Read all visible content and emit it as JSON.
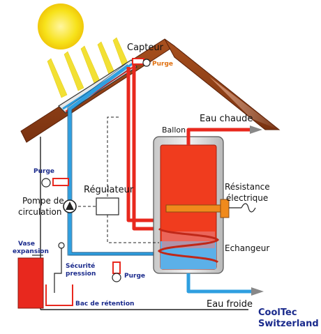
{
  "labels": {
    "capteur": "Capteur",
    "purge_top": "Purge",
    "ballon": "Ballon",
    "eau_chaude": "Eau chaude",
    "purge_left": "Purge",
    "regulateur": "Régulateur",
    "pompe_line1": "Pompe de",
    "pompe_line2": "circulation",
    "resistance_line1": "Résistance",
    "resistance_line2": "électrique",
    "vase_line1": "Vase",
    "vase_line2": "expansion",
    "securite_line1": "Sécurité",
    "securite_line2": "pression",
    "echangeur": "Echangeur",
    "purge_bottom": "Purge",
    "bac": "Bac de rétention",
    "eau_froide": "Eau froide"
  },
  "brand": {
    "line1": "CoolTec",
    "line2": "Switzerland"
  },
  "colors": {
    "hot_pipe": "#e8281e",
    "cold_pipe": "#2f9fe0",
    "roof": "#8b3a12",
    "sun": "#f7e21a",
    "tank_fill": "#f03c1e",
    "tank_cold": "#5cb0e8",
    "heater": "#f08a1c",
    "label_blue": "#1a2a8c",
    "label_orange": "#e07010"
  }
}
